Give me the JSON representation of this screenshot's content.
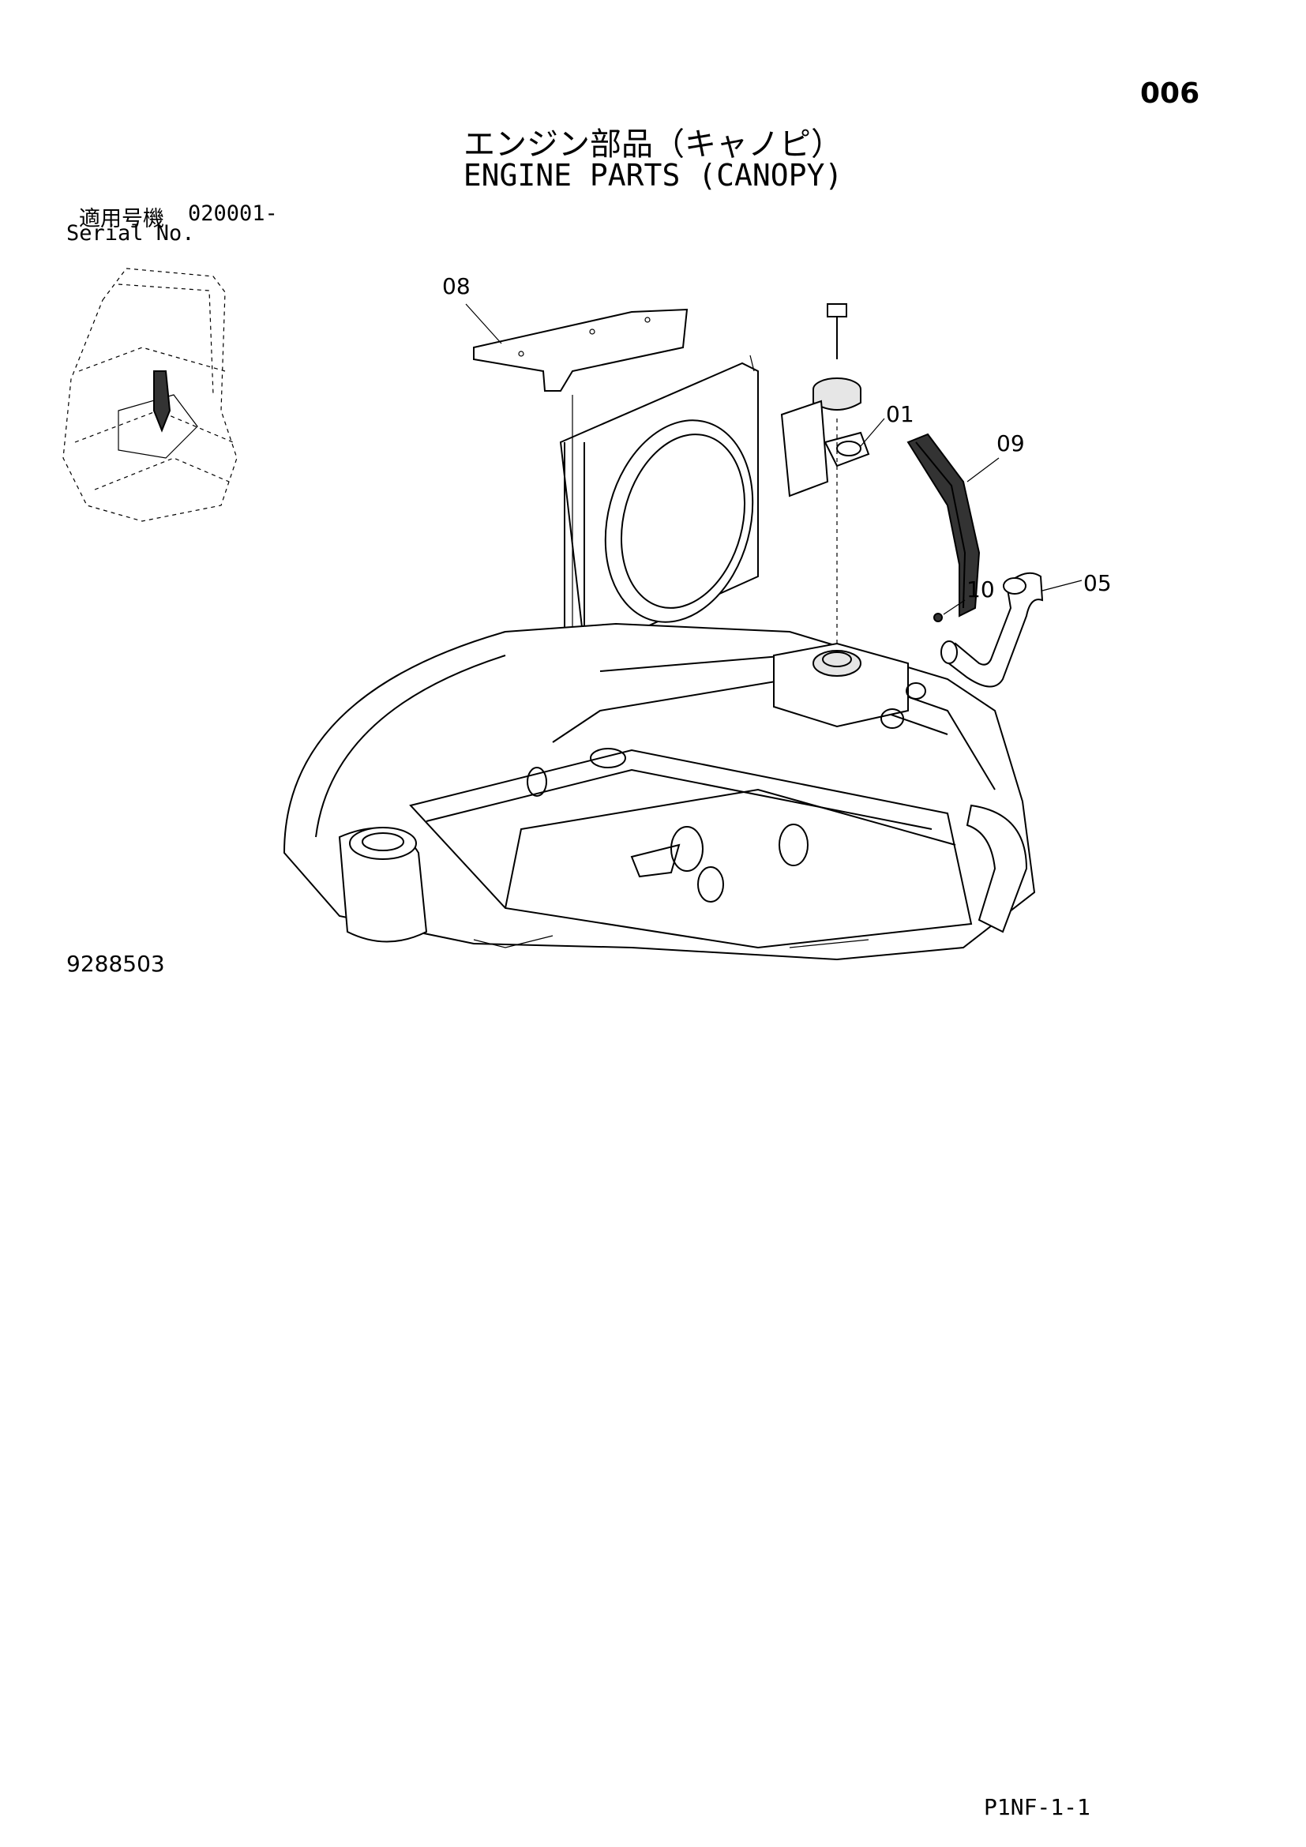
{
  "page_number": "006",
  "title_ja": "エンジン部品（キャノピ）",
  "title_en": "ENGINE PARTS (CANOPY)",
  "serial": {
    "label_ja": "適用号機",
    "value": "020001-",
    "label_en": "Serial No."
  },
  "drawing_number": "9288503",
  "page_code": "P1NF-1-1",
  "callouts": [
    {
      "id": "08",
      "label": "08"
    },
    {
      "id": "01",
      "label": "01"
    },
    {
      "id": "09",
      "label": "09"
    },
    {
      "id": "10",
      "label": "10"
    },
    {
      "id": "05",
      "label": "05"
    }
  ]
}
